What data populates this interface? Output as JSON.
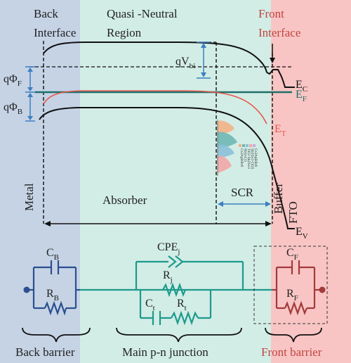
{
  "regions": {
    "back_title_line1": "Back",
    "back_title_line2": "Interface",
    "middle_title_line1": "Quasi -Neutral",
    "middle_title_line2": "Region",
    "front_title_line1": "Front",
    "front_title_line2": "Interface"
  },
  "band_labels": {
    "qvbi_main": "qV",
    "qvbi_sub": "bi",
    "qphif_main": "qΦ",
    "qphif_sub": "F",
    "qphib_main": "qΦ",
    "qphib_sub": "B",
    "ec_main": "E",
    "ec_sub": "C",
    "ef_main": "E",
    "ef_sub": "F",
    "et_main": "E",
    "et_sub": "T",
    "ev_main": "E",
    "ev_sub": "V"
  },
  "layer_labels": {
    "metal": "Metal",
    "absorber": "Absorber",
    "scr": "SCR",
    "buffer": "Buffer",
    "fto": "FTO"
  },
  "circuit_labels": {
    "cb_main": "C",
    "cb_sub": "B",
    "rb_main": "R",
    "rb_sub": "B",
    "cpe_main": "CPE",
    "cpe_sub": "j",
    "rj_main": "R",
    "rj_sub": "j",
    "ct_main": "C",
    "ct_sub": "t",
    "rt_main": "R",
    "rt_sub": "t",
    "cf_main": "C",
    "cf_sub": "F",
    "rf_main": "R",
    "rf_sub": "F"
  },
  "bottom_labels": {
    "back_barrier": "Back barrier",
    "main_junction": "Main p-n junction",
    "front_barrier": "Front barrier"
  },
  "inset_legend": [
    "Cs2AgBiBr6",
    "RbSnCl3",
    "TiO2-Sb2Se3",
    "Sb2Se3-CIGS",
    "Cs2AgBiBr6"
  ],
  "colors": {
    "back_region": "#c5d3e5",
    "middle_region": "#d2ede6",
    "front_region": "#f8c5c4",
    "band_black": "#111111",
    "fermi_teal": "#1f6f6a",
    "trap_red": "#e8574a",
    "blue_annotation": "#3c7fc0",
    "back_circuit": "#2b4f8f",
    "middle_circuit": "#1c9a8c",
    "front_circuit": "#a33a3a",
    "front_text": "#c04540"
  }
}
